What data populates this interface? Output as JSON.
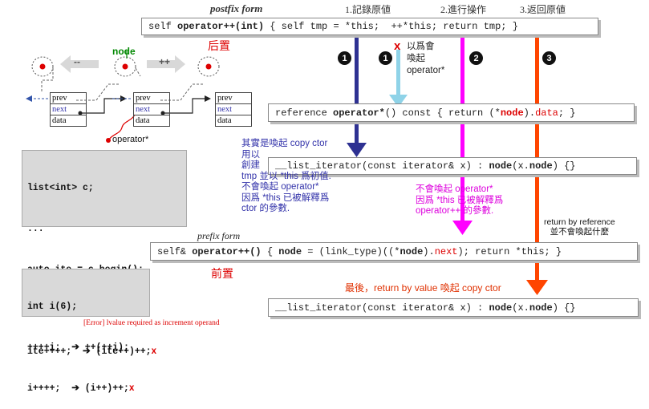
{
  "header": {
    "postfix_form": "postfix form",
    "step1": "1.記錄原値",
    "step2": "2.進行操作",
    "step3": "3.返回原値"
  },
  "postfix_code": {
    "pre": "self ",
    "op": "operator++(int)",
    "post": " { self tmp = *this;  ++*this; return tmp; }"
  },
  "postfix_label": "后置",
  "prefix_form": "prefix form",
  "prefix_label": "前置",
  "prefix_code": {
    "pre": "self& ",
    "op": "operator++()",
    "mid1": " { ",
    "node1": "node",
    "mid2": " = (link_type)((*",
    "node2": "node",
    "mid3": ").",
    "next": "next",
    "post": "); return *this; }"
  },
  "reference_code": {
    "pre": "reference ",
    "op": "operator*",
    "mid": "() const { return (*",
    "node": "node",
    "mid2": ").",
    "data": "data",
    "post": "; }"
  },
  "copy_ctor_code_1": {
    "pre": "__list_iterator(const iterator& x) : ",
    "node": "node",
    "mid": "(x.",
    "node2": "node",
    "post": ") {}"
  },
  "copy_ctor_code_2": {
    "pre": "__list_iterator(const iterator& x) : ",
    "node": "node",
    "mid": "(x.",
    "node2": "node",
    "post": ") {}"
  },
  "notes": {
    "deref_x": "x",
    "deref_note": "以爲會\n喚起\noperator*",
    "blue_note": "其實是喚起 copy ctor\n用以\n創建\ntmp 並以 *this 爲初值.\n不會喚起 operator*\n因爲 *this 已被解釋爲\nctor 的參數.",
    "magenta_note": "不會喚起 operator*\n因爲 *this 已被解釋爲\noperator++ 的參數.",
    "return_ref": "return by reference\n並不會喚起什麼",
    "final_note": "最後，return by value 喚起 copy ctor",
    "error_note": "[Error] lvalue required as increment operand"
  },
  "steps": [
    "1",
    "1",
    "2",
    "3"
  ],
  "list_diagram": {
    "node_label": "node",
    "operator_label": "operator*",
    "minus_minus": "--",
    "plus_plus": "++",
    "cells": [
      "prev",
      "next",
      "data"
    ]
  },
  "code_list": [
    "list<int> c;",
    "...",
    "auto ite = c.begin();",
    "++++ite;  ➔ ++(++ite);",
    "ite++++;  ➔ (ite++)++;"
  ],
  "code_int": [
    "int i(6);",
    "++++i;  ➔ ++(++i);",
    "i++++;  ➔ (i++)++;"
  ],
  "x_mark": "x",
  "colors": {
    "navy": "#2e3192",
    "magenta": "#ff00ff",
    "orange": "#ff4500",
    "lightblue": "#8fd3e8",
    "red": "#dd0000"
  }
}
